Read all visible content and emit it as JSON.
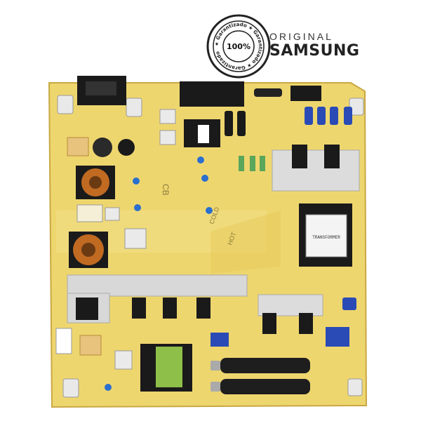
{
  "seal": {
    "center_text": "100%",
    "ring_text": "★ Garantizado ★ Garantizado ★ Garantizado"
  },
  "brand": {
    "line1": "ORIGINAL",
    "line2": "SAMSUNG"
  },
  "board": {
    "silkscreen_cold": "COLD",
    "silkscreen_hot": "HOT",
    "silkscreen_cb": "CB",
    "transformer_label": "TRANSFORMER",
    "colors": {
      "pcb": "#eed66f",
      "pcb_dark": "#d9b94b",
      "heatsink": "#d8d8d8",
      "component_black": "#1a1a1a",
      "copper": "#c06a22",
      "capacitor_blue": "#2a4bb5"
    }
  }
}
